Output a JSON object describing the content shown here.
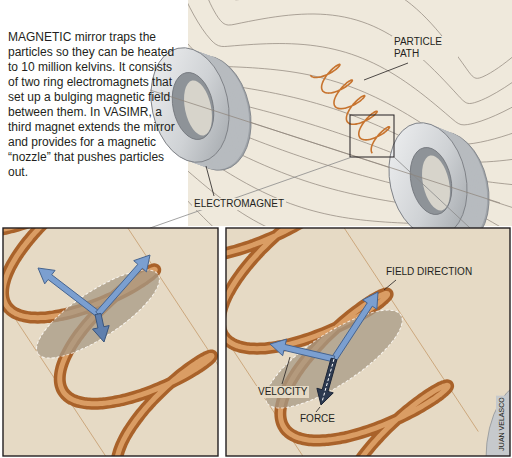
{
  "diagram": {
    "caption": "MAGNETIC mirror traps the particles so they can be heated to 10 million kelvins. It consists of two ring electromagnets that set up a bulging magnetic field between them. In VASIMR, a third magnet extends the mirror and provides for a magnetic “nozzle” that pushes particles out.",
    "labels": [
      "PARTICLE PATH",
      "ELECTROMAGNET",
      "FIELD DIRECTION",
      "VELOCITY",
      "FORCE",
      "JUAN VELASCO"
    ]
  }
}
